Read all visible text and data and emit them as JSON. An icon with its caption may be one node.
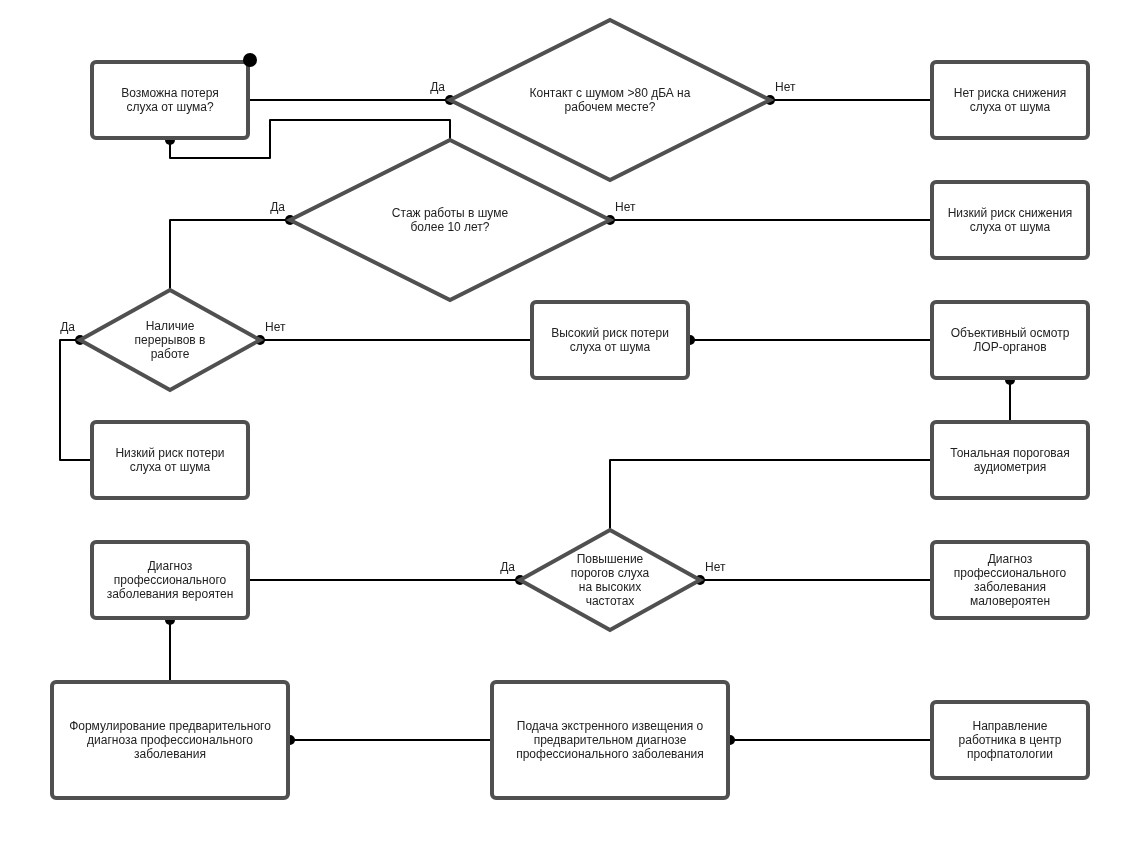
{
  "diagram": {
    "nodes": [
      {
        "text": [
          "Возможна потеря слуха от шума?"
        ]
      },
      {
        "text": [
          "Контакт с шумом >80 дБА на рабочем месте?"
        ]
      },
      {
        "text": [
          "Нет риска снижения слуха от шума"
        ]
      },
      {
        "text": [
          "Стаж работы в шуме более 10 лет?"
        ]
      },
      {
        "text": [
          "Низкий риск снижения слуха от шума"
        ]
      },
      {
        "text": [
          "Наличие перерывов в работе"
        ]
      },
      {
        "text": [
          "Высокий риск потери слуха от шума"
        ]
      },
      {
        "text": [
          "Объективный осмотр ЛОР-органов"
        ]
      },
      {
        "text": [
          "Низкий риск потери слуха от шума"
        ]
      },
      {
        "text": [
          "Тональная пороговая аудиометрия"
        ]
      },
      {
        "text": [
          "Диагноз профессионального заболевания вероятен"
        ]
      },
      {
        "text": [
          "Повышение порогов слуха на высоких частотах"
        ]
      },
      {
        "text": [
          "Диагноз профессионального заболевания маловероятен"
        ]
      },
      {
        "text": [
          "Формулирование предварительного диагноза профессионального заболевания"
        ]
      },
      {
        "text": [
          "Подача экстренного извещения о предварительном диагнозе профессионального заболевания"
        ]
      },
      {
        "text": [
          "Направление работника в центр профпатологии"
        ]
      }
    ],
    "edges": [
      {
        "from": 1,
        "to": 0,
        "arrow": "other",
        "label": "Да"
      },
      {
        "from": 1,
        "to": 2,
        "arrow": "other",
        "label": "Нет"
      },
      {
        "from": 0,
        "to": 3,
        "arrow": "other"
      },
      {
        "from": 3,
        "to": 5,
        "arrow": "other",
        "label": "Да"
      },
      {
        "from": 3,
        "to": 4,
        "arrow": "other",
        "label": "Нет"
      },
      {
        "from": 5,
        "to": 8,
        "arrow": "other",
        "label": "Да"
      },
      {
        "from": 5,
        "to": 6,
        "arrow": "other",
        "label": "Нет"
      },
      {
        "from": 6,
        "to": 7,
        "arrow": "other"
      },
      {
        "from": 7,
        "to": 9,
        "arrow": "other"
      },
      {
        "from": 9,
        "to": 11,
        "arrow": "none"
      },
      {
        "from": 11,
        "to": 10,
        "arrow": "other",
        "label": "Да"
      },
      {
        "from": 11,
        "to": 12,
        "arrow": "other",
        "label": "Нет"
      },
      {
        "from": 10,
        "to": 13,
        "arrow": "other"
      },
      {
        "from": 13,
        "to": 14,
        "arrow": "other"
      },
      {
        "from": 14,
        "to": 15,
        "arrow": "other"
      }
    ]
  }
}
